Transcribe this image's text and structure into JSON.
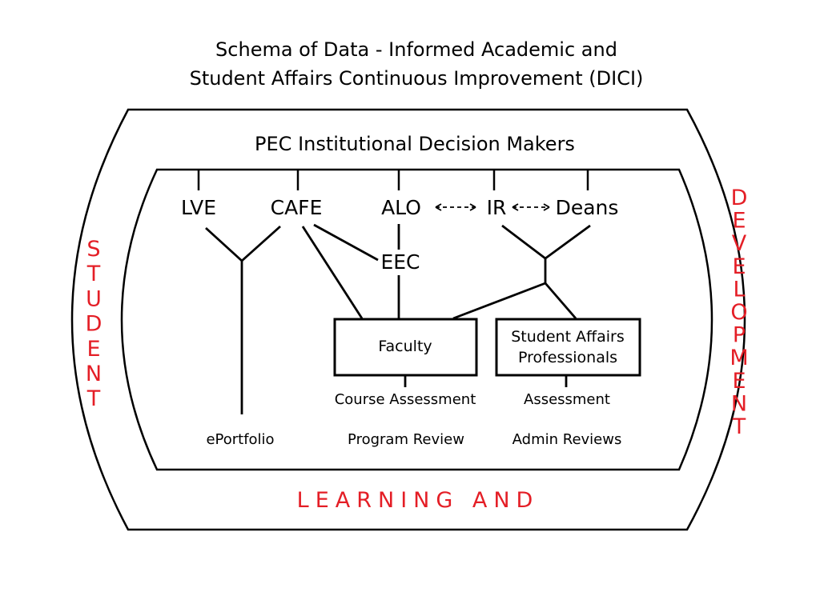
{
  "title_line1": "Schema of Data - Informed Academic and",
  "title_line2": "Student Affairs Continuous Improvement (DICI)",
  "top_header": "PEC Institutional Decision Makers",
  "nodes": {
    "lve": "LVE",
    "cafe": "CAFE",
    "alo": "ALO",
    "ir": "IR",
    "deans": "Deans",
    "eec": "EEC"
  },
  "boxes": {
    "faculty": "Faculty",
    "student_affairs_line1": "Student Affairs",
    "student_affairs_line2": "Professionals"
  },
  "labels": {
    "course_assessment": "Course Assessment",
    "assessment": "Assessment",
    "eportfolio": "ePortfolio",
    "program_review": "Program Review",
    "admin_reviews": "Admin Reviews"
  },
  "frame_text": {
    "left_vertical": "STUDENT",
    "right_vertical": "DEVELOPMENT",
    "bottom": "LEARNING AND"
  },
  "colors": {
    "accent_red": "#e41e26",
    "line": "#000000"
  }
}
